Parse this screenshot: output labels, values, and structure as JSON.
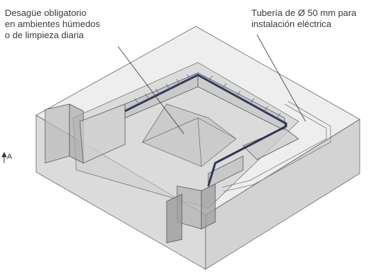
{
  "annotations": {
    "drain": {
      "line1": "Desagüe obligatorio",
      "line2": "en ambientes húmedos",
      "line3": "o de limpieza diaria"
    },
    "pipe": {
      "line1": "Tubería de Ø 50 mm para",
      "line2": "instalación eléctrica"
    },
    "section_mark": "A"
  },
  "colors": {
    "solid_fill": "#d6d6d6",
    "solid_dark": "#bdbdbd",
    "edge": "#555555",
    "conduit": "#2f3553",
    "leader": "#444444"
  }
}
